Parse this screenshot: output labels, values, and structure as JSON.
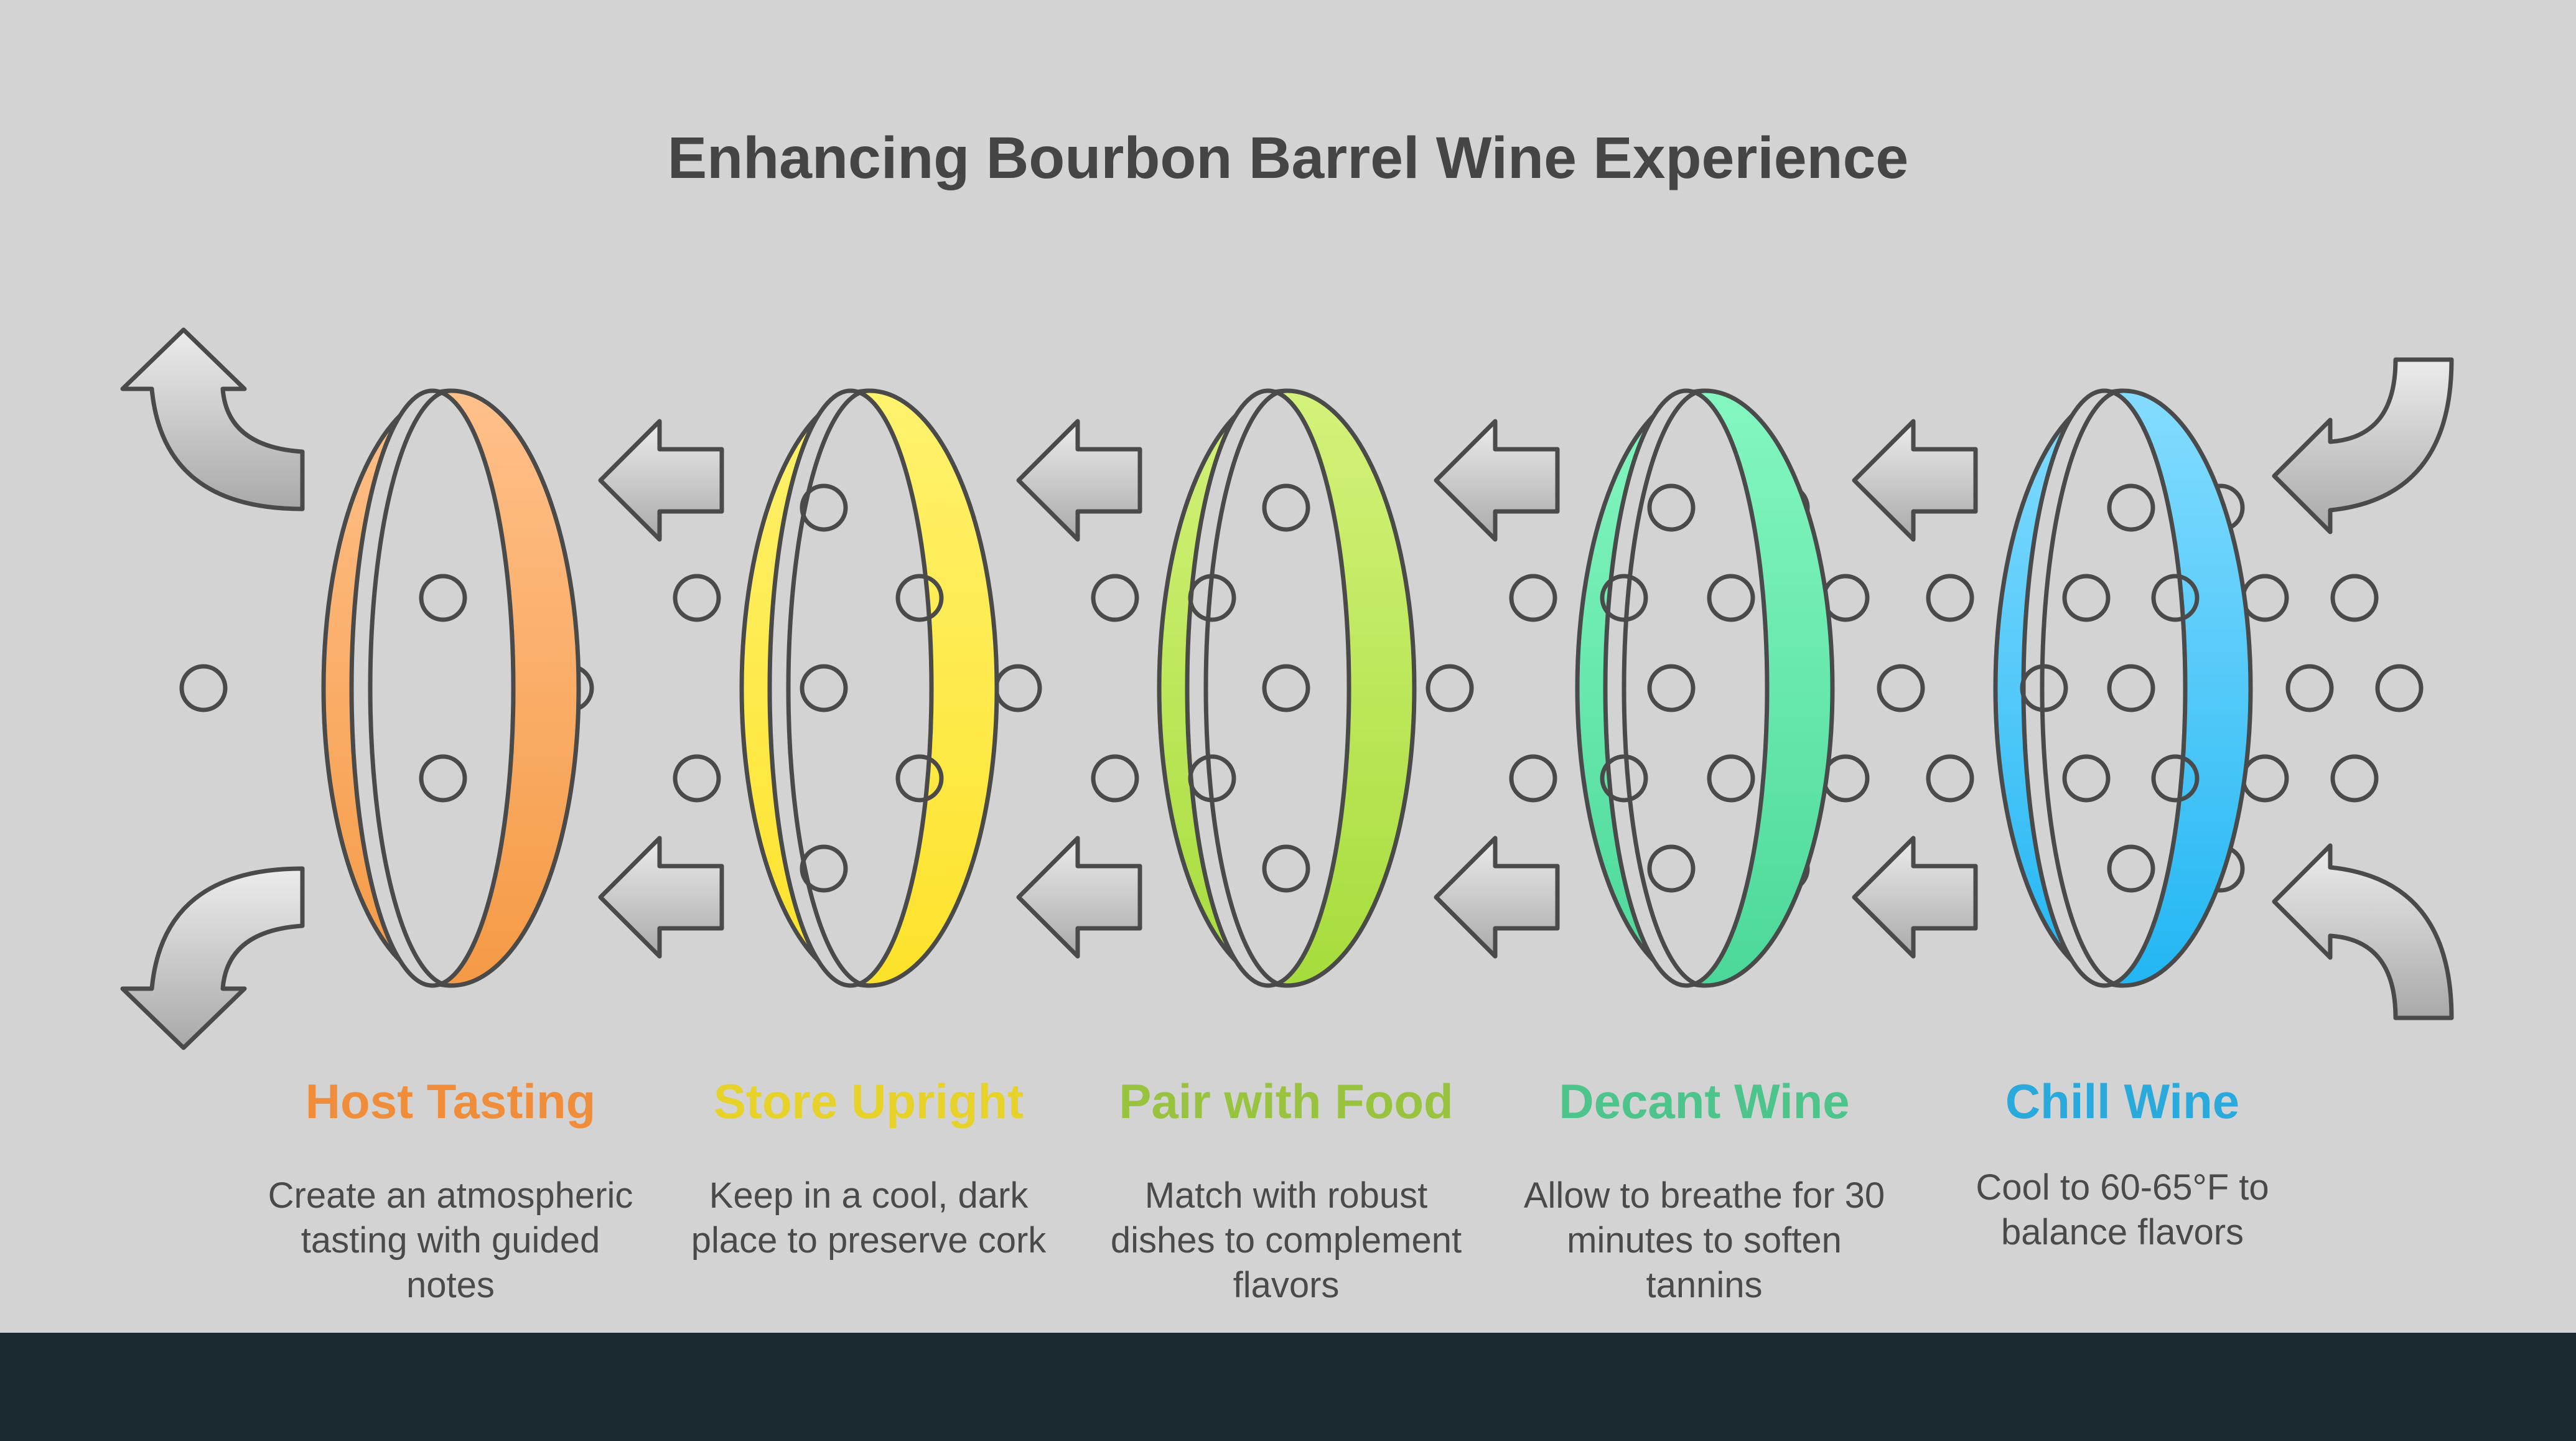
{
  "title": "Enhancing Bourbon Barrel Wine Experience",
  "steps": [
    {
      "label": "Host Tasting",
      "description": "Create an atmospheric tasting with guided notes",
      "color": "#ef8d3a",
      "ring_light": "#ffc08a",
      "ring_dark": "#f59a45"
    },
    {
      "label": "Store Upright",
      "description": "Keep in a cool, dark place to preserve cork",
      "color": "#e6d228",
      "ring_light": "#fff26e",
      "ring_dark": "#fde22a"
    },
    {
      "label": "Pair with Food",
      "description": "Match with robust dishes to complement flavors",
      "color": "#98c33e",
      "ring_light": "#d4f27a",
      "ring_dark": "#a6dc3c"
    },
    {
      "label": "Decant Wine",
      "description": "Allow to breathe for 30 minutes to soften tannins",
      "color": "#4cc48a",
      "ring_light": "#84f7c0",
      "ring_dark": "#4bd899"
    },
    {
      "label": "Chill Wine",
      "description": "Cool to 60-65°F to balance flavors",
      "color": "#2aa9dc",
      "ring_light": "#84dcff",
      "ring_dark": "#22b6f3"
    }
  ],
  "colors": {
    "background": "#d3d3d3",
    "footer": "#1b2a2f",
    "outline": "#4a4a4a",
    "arrow_light": "#e4e4e4",
    "arrow_dark": "#adadad"
  },
  "icons": {
    "flow_arrow": "arrow-left-icon",
    "curved_arrow": "curved-arrow-icon",
    "dot": "circle-dot-icon"
  }
}
